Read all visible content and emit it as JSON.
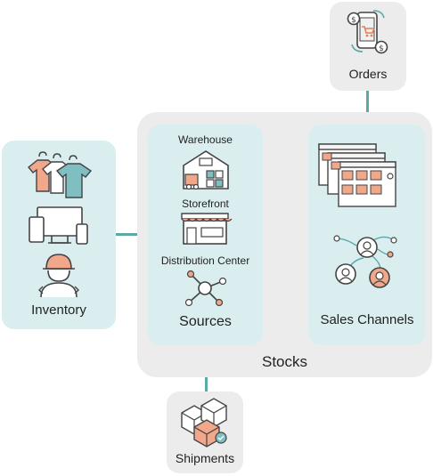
{
  "orders": {
    "label": "Orders",
    "icon": "mobile-order-icon"
  },
  "inventory": {
    "label": "Inventory",
    "icons": [
      "clothes-rack-icon",
      "devices-icon",
      "technician-icon"
    ]
  },
  "sources": {
    "label": "Sources",
    "items": [
      {
        "label": "Warehouse",
        "icon": "warehouse-icon"
      },
      {
        "label": "Storefront",
        "icon": "storefront-icon"
      },
      {
        "label": "Distribution Center",
        "icon": "network-hub-icon"
      }
    ]
  },
  "sales_channels": {
    "label": "Sales Channels",
    "icons": [
      "web-shop-windows-icon",
      "social-network-icon"
    ]
  },
  "stocks": {
    "label": "Stocks"
  },
  "shipments": {
    "label": "Shipments",
    "icon": "boxes-icon"
  },
  "colors": {
    "accent": "#5aa8a8",
    "panel_teal": "#daeef0",
    "panel_grey": "#ececec",
    "highlight": "#f0a78a"
  }
}
